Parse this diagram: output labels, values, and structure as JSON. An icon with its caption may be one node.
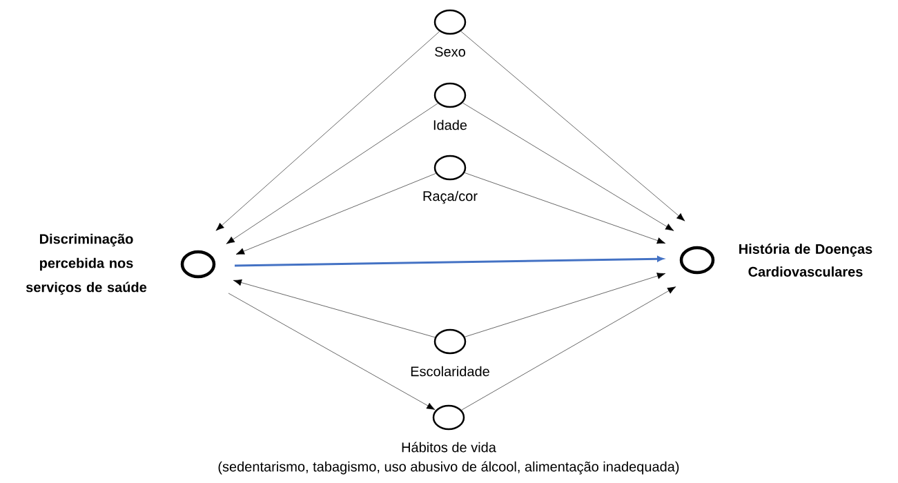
{
  "diagram": {
    "nodes": [
      {
        "text": [
          "Discriminação percebida nos serviços de saúde"
        ]
      },
      {
        "text": [
          "Sexo"
        ]
      },
      {
        "text": [
          "Idade"
        ]
      },
      {
        "text": [
          "Raça/cor"
        ]
      },
      {
        "text": [
          "Escolaridade"
        ]
      },
      {
        "text": [
          "Hábitos de vida",
          "(sedentarismo, tabagismo, uso abusivo de álcool, alimentação inadequada)"
        ]
      },
      {
        "text": [
          "História de Doenças Cardiovasculares"
        ]
      }
    ],
    "edges": [
      {
        "from": 1,
        "to": 0,
        "arrow": "to"
      },
      {
        "from": 1,
        "to": 6,
        "arrow": "to"
      },
      {
        "from": 2,
        "to": 0,
        "arrow": "to"
      },
      {
        "from": 2,
        "to": 6,
        "arrow": "to"
      },
      {
        "from": 3,
        "to": 0,
        "arrow": "to"
      },
      {
        "from": 3,
        "to": 6,
        "arrow": "to"
      },
      {
        "from": 0,
        "to": 6,
        "arrow": "to",
        "style": "thick",
        "color": "#4472c4"
      },
      {
        "from": 4,
        "to": 0,
        "arrow": "to"
      },
      {
        "from": 4,
        "to": 6,
        "arrow": "to"
      },
      {
        "from": 0,
        "to": 5,
        "arrow": "to"
      },
      {
        "from": 5,
        "to": 6,
        "arrow": "to"
      }
    ]
  }
}
